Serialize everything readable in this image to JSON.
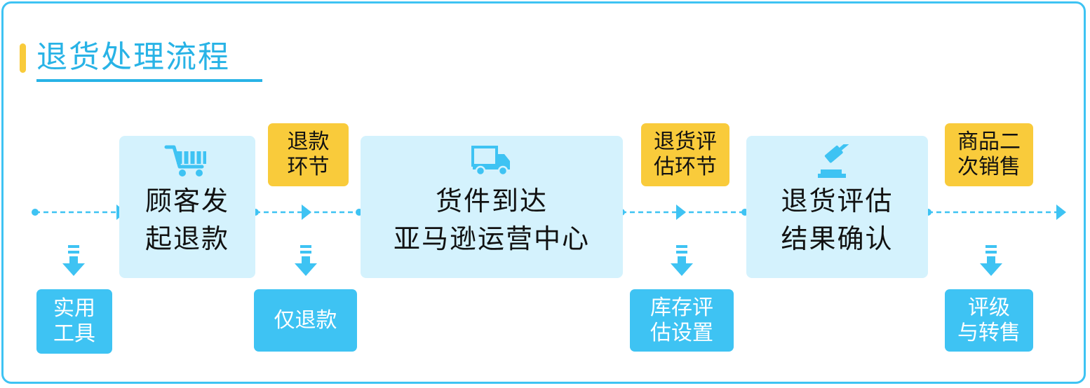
{
  "title": "退货处理流程",
  "steps": [
    {
      "label": "顾客发\n起退款",
      "icon": "shopping-cart-icon"
    },
    {
      "label": "货件到达\n亚马逊运营中心",
      "icon": "delivery-truck-icon"
    },
    {
      "label": "退货评估\n结果确认",
      "icon": "gavel-icon"
    }
  ],
  "badges": [
    "退款\n环节",
    "退货评\n估环节",
    "商品二\n次销售"
  ],
  "actions": [
    "实用\n工具",
    "仅退款",
    "库存评\n估设置",
    "评级\n与转售"
  ],
  "colors": {
    "accent": "#3ec3f3",
    "title": "#28b3e6",
    "highlight": "#f9cb3b",
    "step_bg": "#d4f2fd"
  }
}
